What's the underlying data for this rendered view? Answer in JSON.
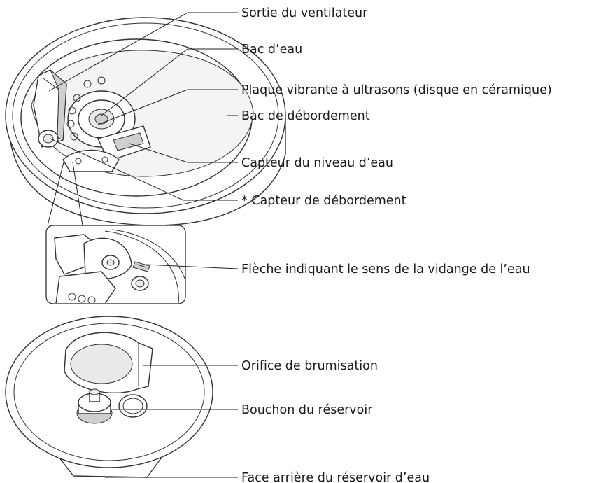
{
  "labels": {
    "fan_outlet": "Sortie du ventilateur",
    "water_tray": "Bac d’eau",
    "ultrasonic_plate": "Plaque vibrante à ultrasons (disque en céramique)",
    "overflow_tray": "Bac de débordement",
    "water_level_sensor": "Capteur du niveau d’eau",
    "overflow_sensor": "* Capteur de débordement",
    "drain_arrow": "Flèche indiquant le sens de la vidange de l’eau",
    "mist_outlet": "Orifice de brumisation",
    "tank_cap": "Bouchon du réservoir",
    "tank_back": "Face arrière du réservoir d’eau"
  }
}
